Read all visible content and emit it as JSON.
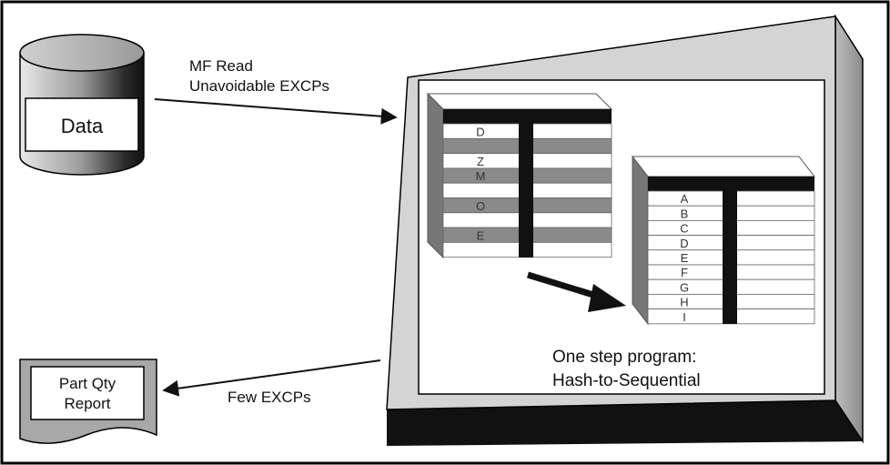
{
  "data_store": {
    "label": "Data"
  },
  "read_arrow": {
    "line1": "MF Read",
    "line2": "Unavoidable EXCPs"
  },
  "program": {
    "line1": "One step program:",
    "line2": "Hash-to-Sequential"
  },
  "hash_table": {
    "keys": [
      "D",
      "",
      "Z",
      "M",
      "",
      "O",
      "",
      "E",
      ""
    ]
  },
  "sequential_table": {
    "keys": [
      "A",
      "B",
      "C",
      "D",
      "E",
      "F",
      "G",
      "H",
      "I"
    ]
  },
  "report": {
    "line1": "Part Qty",
    "line2": "Report"
  },
  "write_arrow": {
    "label": "Few EXCPs"
  },
  "colors": {
    "border": "#000000",
    "panel_side": "#a8a8a8",
    "panel_face": "#d9d9d9",
    "band_gray": "#8a8a8a",
    "black": "#111111"
  }
}
